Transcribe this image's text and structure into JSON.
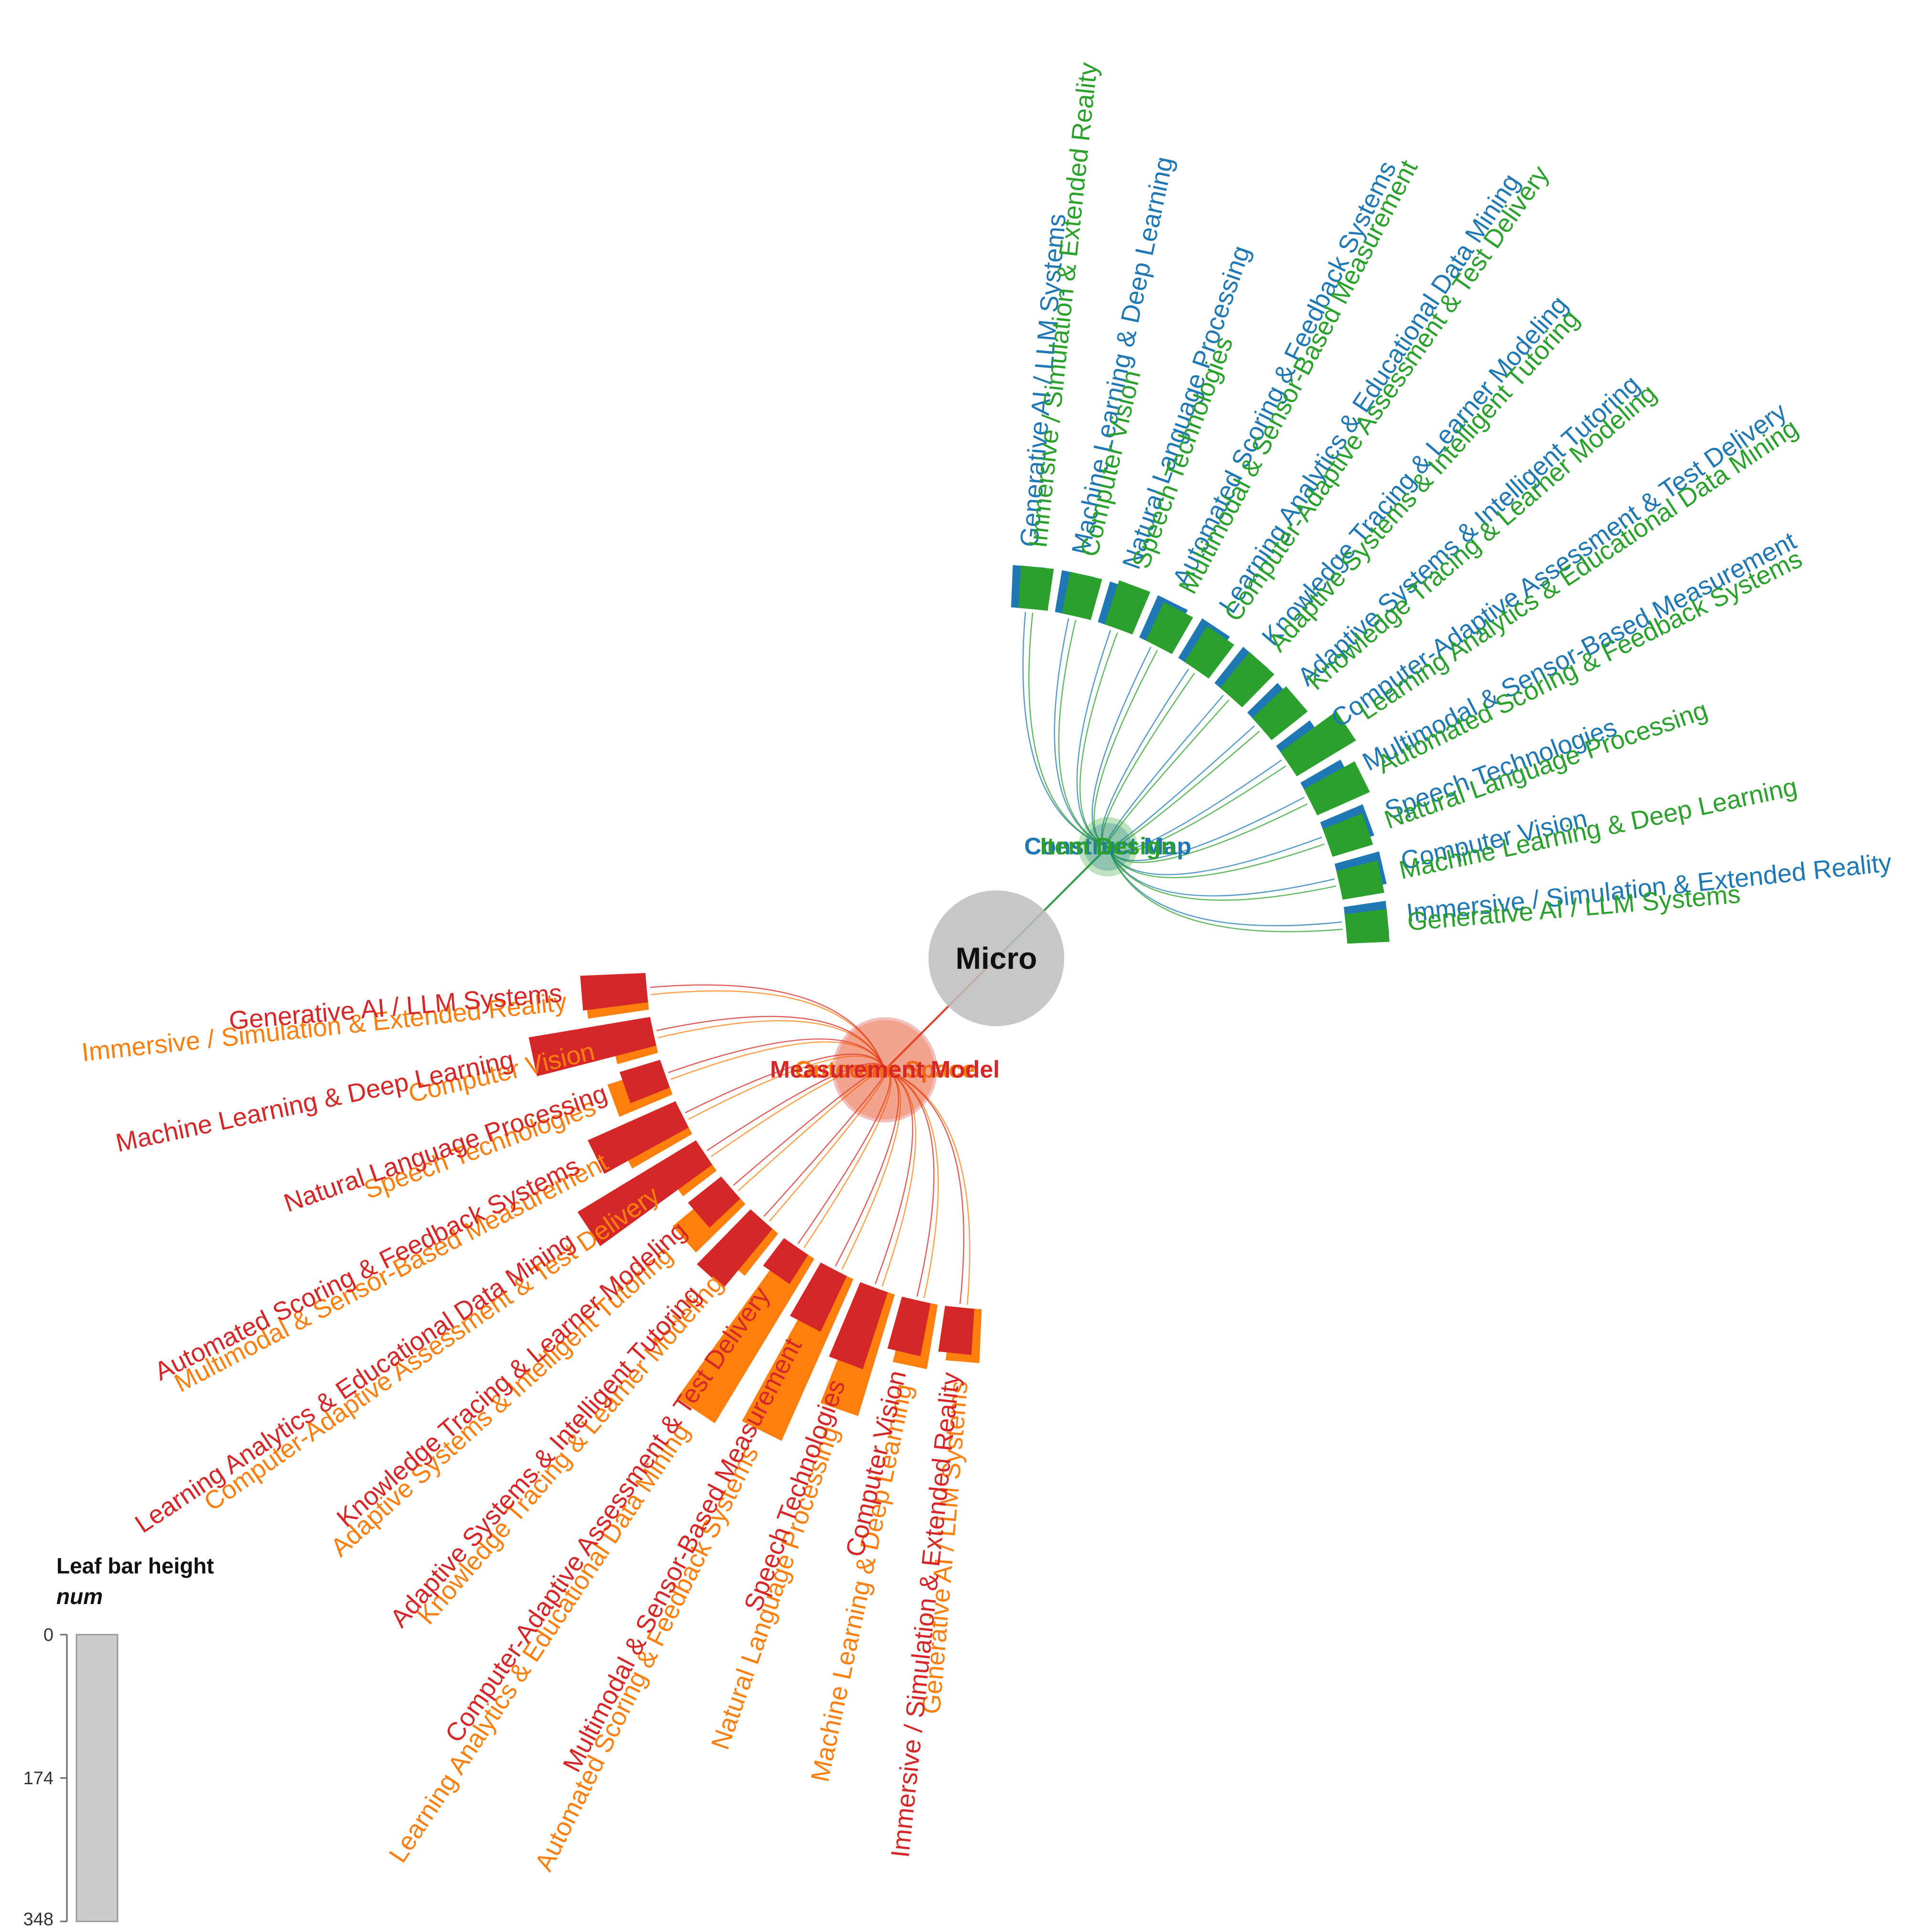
{
  "chart_data": {
    "type": "radial-dendrogram-bar",
    "root": "Micro",
    "leaf_order": [
      "Generative AI / LLM Systems",
      "Machine Learning & Deep Learning",
      "Natural Language Processing",
      "Automated Scoring & Feedback Systems",
      "Learning Analytics & Educational Data Mining",
      "Knowledge Tracing & Learner Modeling",
      "Adaptive Systems & Intelligent Tutoring",
      "Computer-Adaptive Assessment & Test Delivery",
      "Multimodal & Sensor-Based Measurement",
      "Speech Technologies",
      "Computer Vision",
      "Immersive / Simulation & Extended Reality"
    ],
    "branches": [
      {
        "name": "Construct Map",
        "color": "#1f77b4",
        "node_size": 0.25,
        "start_angle_deg": 0,
        "direction": "clockwise",
        "values": [
          55,
          55,
          55,
          60,
          60,
          60,
          55,
          55,
          60,
          60,
          60,
          55
        ]
      },
      {
        "name": "Item Design",
        "color": "#2ca02c",
        "node_size": 0.35,
        "start_angle_deg": 90,
        "direction": "counterclockwise",
        "values": [
          55,
          55,
          55,
          75,
          90,
          60,
          60,
          55,
          55,
          60,
          55,
          55
        ]
      },
      {
        "name": "Outcome Space",
        "color": "#ff7f0e",
        "node_size": 0.7,
        "start_angle_deg": 180,
        "direction": "clockwise",
        "values": [
          70,
          85,
          165,
          230,
          250,
          70,
          90,
          55,
          90,
          75,
          55,
          80
        ]
      },
      {
        "name": "Measurement Model",
        "color": "#d62728",
        "node_size": 0.75,
        "start_angle_deg": 270,
        "direction": "counterclockwise",
        "values": [
          85,
          160,
          55,
          125,
          180,
          55,
          100,
          45,
          80,
          105,
          70,
          60
        ]
      }
    ],
    "legend": {
      "title": "Leaf bar height",
      "subtitle": "num",
      "ticks": [
        "0",
        "174",
        "348"
      ],
      "range": [
        0,
        348
      ]
    }
  }
}
